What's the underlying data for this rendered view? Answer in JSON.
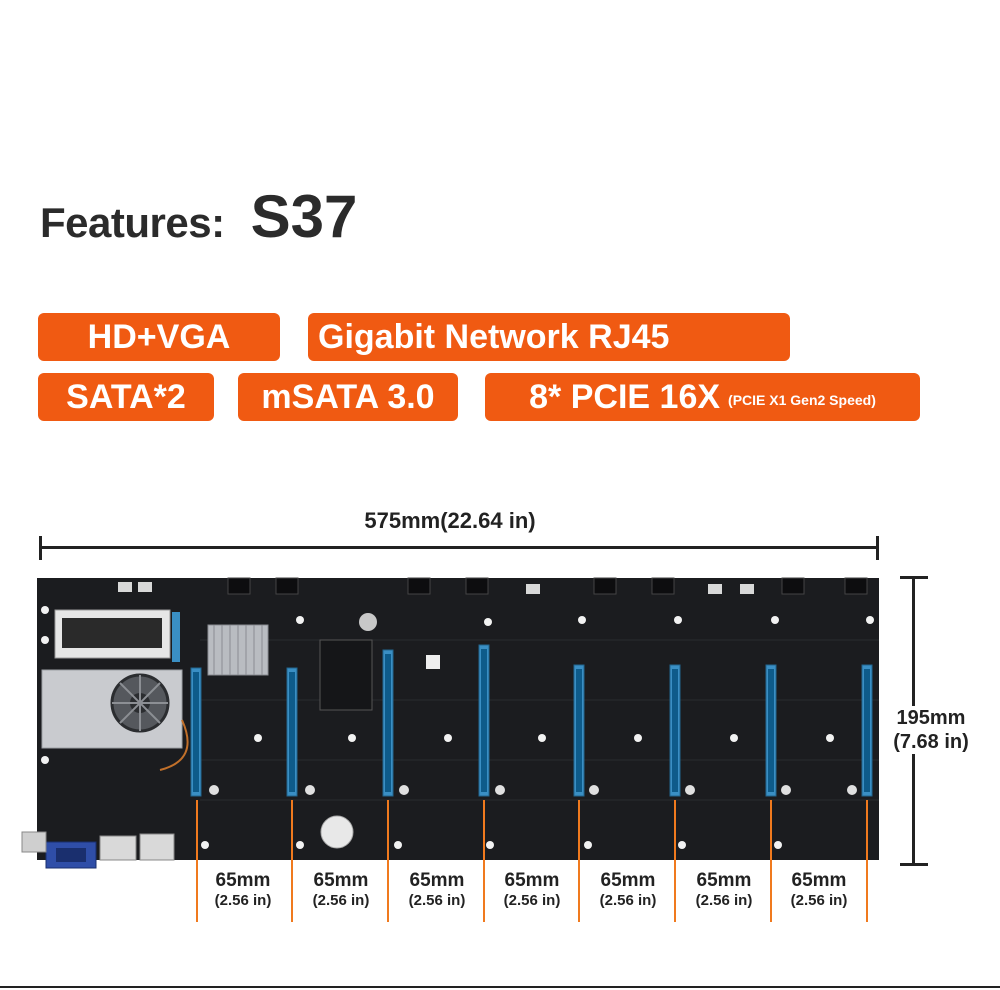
{
  "header": {
    "label": "Features:",
    "model": "S37"
  },
  "features": [
    {
      "label": "HD+VGA",
      "note": ""
    },
    {
      "label": "Gigabit Network RJ45",
      "note": ""
    },
    {
      "label": "SATA*2",
      "note": ""
    },
    {
      "label": "mSATA 3.0",
      "note": ""
    },
    {
      "label": "8* PCIE 16X",
      "note": "(PCIE X1 Gen2 Speed)"
    }
  ],
  "dimensions": {
    "width": "575mm(22.64 in)",
    "height_mm": "195mm",
    "height_in": "(7.68 in)"
  },
  "slot_spacing": [
    {
      "mm": "65mm",
      "in": "(2.56 in)"
    },
    {
      "mm": "65mm",
      "in": "(2.56 in)"
    },
    {
      "mm": "65mm",
      "in": "(2.56 in)"
    },
    {
      "mm": "65mm",
      "in": "(2.56 in)"
    },
    {
      "mm": "65mm",
      "in": "(2.56 in)"
    },
    {
      "mm": "65mm",
      "in": "(2.56 in)"
    },
    {
      "mm": "65mm",
      "in": "(2.56 in)"
    }
  ],
  "colors": {
    "accent": "#f05a12",
    "board": "#1b1c1f",
    "pcie_slot": "#3a8fc4"
  }
}
